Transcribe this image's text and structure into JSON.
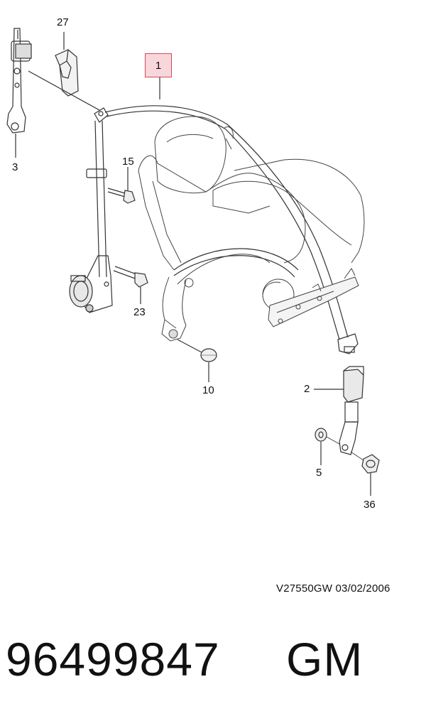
{
  "diagram": {
    "highlighted_callout": "1",
    "callouts": {
      "c27": "27",
      "c1": "1",
      "c3": "3",
      "c15": "15",
      "c23": "23",
      "c10": "10",
      "c2": "2",
      "c5": "5",
      "c36": "36"
    },
    "highlight_color": "#f7d7dc",
    "highlight_border_color": "#d04a5a",
    "line_color": "#333333"
  },
  "footer": {
    "drawing_code": "V27550GW  03/02/2006",
    "part_number": "96499847",
    "brand": "GM"
  }
}
